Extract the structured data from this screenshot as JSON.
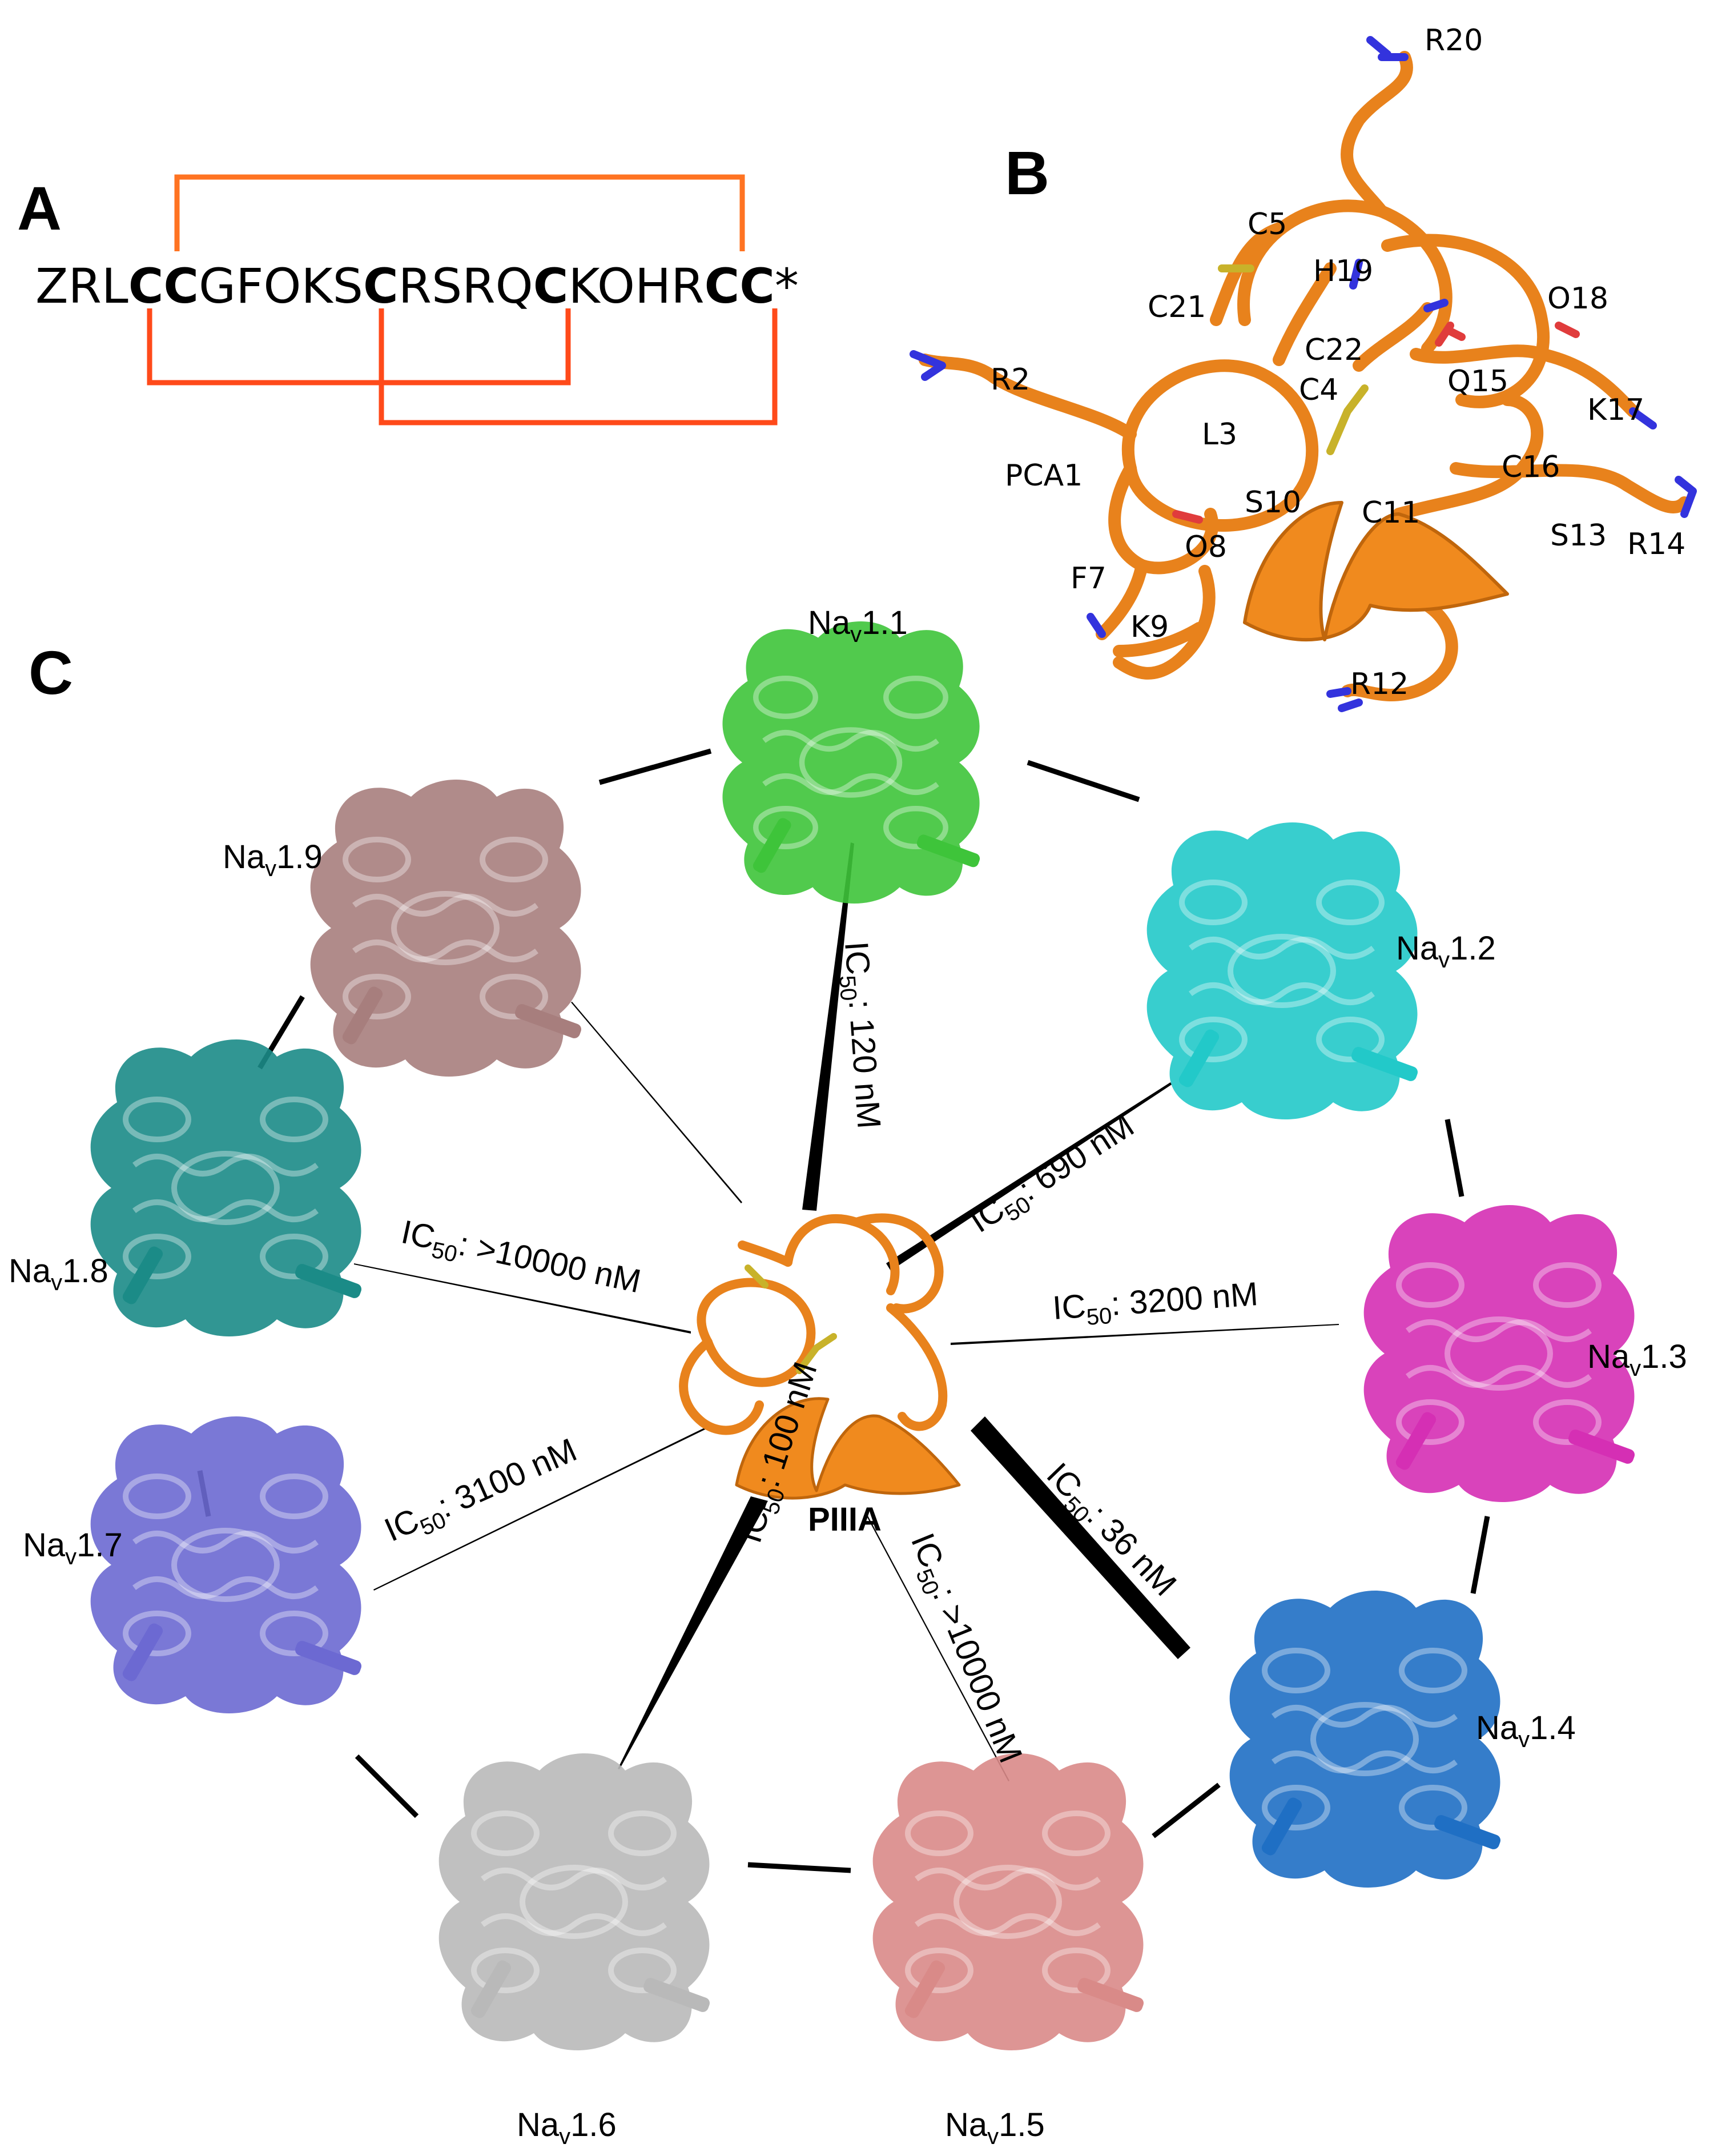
{
  "panels": {
    "a": "A",
    "b": "B",
    "c": "C"
  },
  "sequence": {
    "parts": [
      {
        "t": "ZRL",
        "b": false
      },
      {
        "t": "CC",
        "b": true
      },
      {
        "t": "GFOKS",
        "b": false
      },
      {
        "t": "C",
        "b": true
      },
      {
        "t": "RSRQ",
        "b": false
      },
      {
        "t": "C",
        "b": true
      },
      {
        "t": "KOHR",
        "b": false
      },
      {
        "t": "CC",
        "b": true
      },
      {
        "t": "*",
        "b": false
      }
    ]
  },
  "residues": [
    "R20",
    "C5",
    "H19",
    "O18",
    "C21",
    "C22",
    "R2",
    "C4",
    "Q15",
    "K17",
    "L3",
    "C16",
    "PCA1",
    "S10",
    "C11",
    "S13",
    "R14",
    "O8",
    "F7",
    "K9",
    "R12"
  ],
  "center_label": "PIIIA",
  "channels": [
    {
      "name": "Na",
      "sub": "v",
      "suffix": "1.1",
      "color": "#3ec43a"
    },
    {
      "name": "Na",
      "sub": "v",
      "suffix": "1.2",
      "color": "#22c9c9"
    },
    {
      "name": "Na",
      "sub": "v",
      "suffix": "1.3",
      "color": "#d52fb4"
    },
    {
      "name": "Na",
      "sub": "v",
      "suffix": "1.4",
      "color": "#1f6fc4"
    },
    {
      "name": "Na",
      "sub": "v",
      "suffix": "1.5",
      "color": "#d98a88"
    },
    {
      "name": "Na",
      "sub": "v",
      "suffix": "1.6",
      "color": "#b9b9b9"
    },
    {
      "name": "Na",
      "sub": "v",
      "suffix": "1.7",
      "color": "#6c69d2"
    },
    {
      "name": "Na",
      "sub": "v",
      "suffix": "1.8",
      "color": "#1b8b87"
    },
    {
      "name": "Na",
      "sub": "v",
      "suffix": "1.9",
      "color": "#a77e7d"
    }
  ],
  "ic50": [
    {
      "label": "IC",
      "sub": "50",
      "value": ": 120 nM"
    },
    {
      "label": "IC",
      "sub": "50",
      "value": ": 690 nM"
    },
    {
      "label": "IC",
      "sub": "50",
      "value": ": 3200 nM"
    },
    {
      "label": "IC",
      "sub": "50",
      "value": ": 36 nM"
    },
    {
      "label": "IC",
      "sub": "50",
      "value": ": >10000 nM"
    },
    {
      "label": "IC",
      "sub": "50",
      "value": ": 100 nM"
    },
    {
      "label": "IC",
      "sub": "50",
      "value": ": 3100 nM"
    },
    {
      "label": "IC",
      "sub": "50",
      "value": ": >10000 nM"
    }
  ],
  "colors": {
    "peptide": "#e8821c",
    "bond": "#ff5a1f",
    "nitrogen": "#3333dd",
    "oxygen": "#e03c3c",
    "sulfur": "#c8b22a"
  }
}
